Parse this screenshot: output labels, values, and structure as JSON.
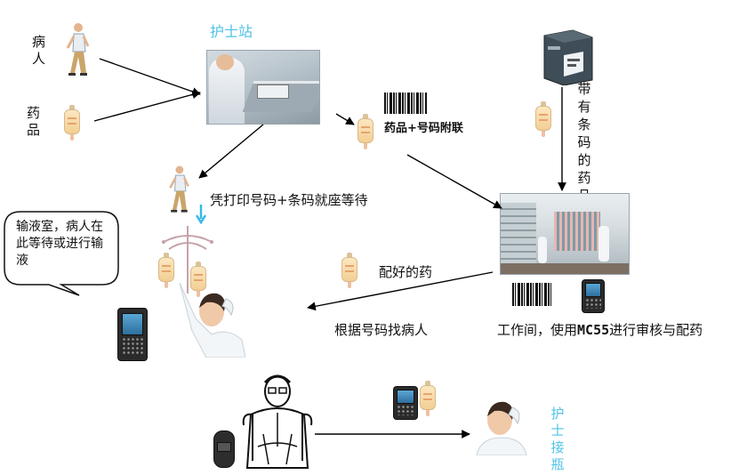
{
  "labels": {
    "patient": "病人",
    "medicine": "药品",
    "nurse_station": "护士站",
    "med_with_number": "药品+号码附联",
    "printer_caption": "带有条码的药品",
    "wait_instruction": "凭打印号码+条码就座等待",
    "bubble": "输液室，病人在此等待或进行输液",
    "prepared_med": "配好的药",
    "find_patient": "根据号码找病人",
    "workroom_prefix": "工作间，使用",
    "workroom_device": "MC55",
    "workroom_suffix": "进行审核与配药",
    "nurse_receive": "护士接瓶"
  },
  "colors": {
    "accent_text": "#4fc3e6",
    "arrow": "#000000"
  },
  "icons": [
    "walking-patient-icon",
    "iv-bag-icon",
    "barcode-icon",
    "label-printer-icon",
    "pda-icon",
    "iv-stand-icon",
    "down-arrow-icon"
  ]
}
